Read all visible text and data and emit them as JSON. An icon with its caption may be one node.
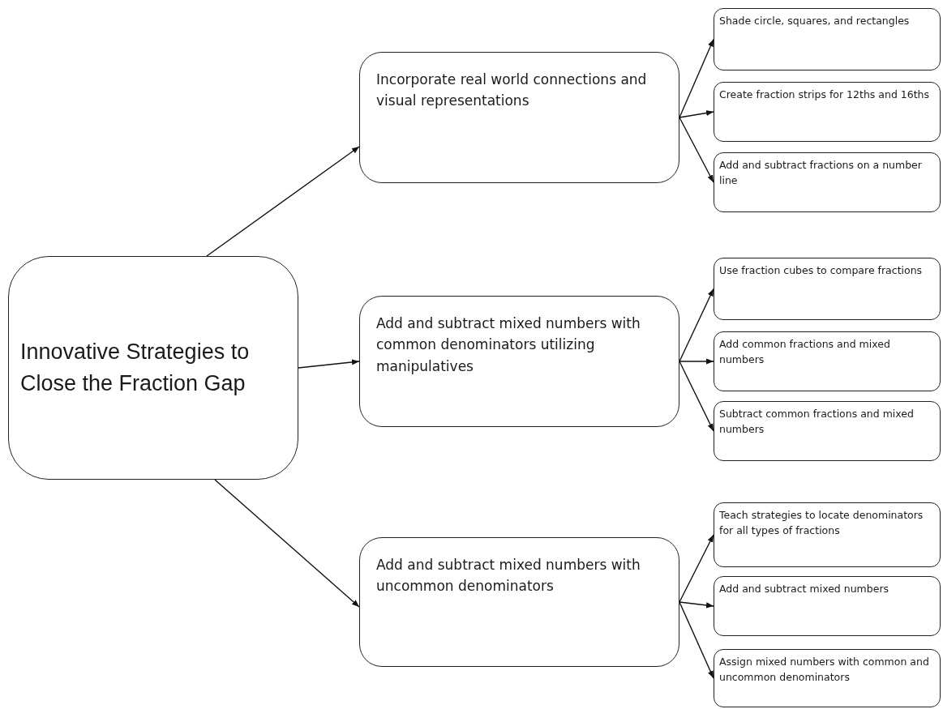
{
  "diagram": {
    "nodes": [
      {
        "text": [
          "Innovative Strategies to Close the Fraction Gap"
        ]
      },
      {
        "text": [
          "Incorporate real world connections and visual representations"
        ]
      },
      {
        "text": [
          "Add and subtract mixed numbers with common denominators utilizing manipulatives"
        ]
      },
      {
        "text": [
          "Add and subtract mixed numbers with uncommon denominators"
        ]
      },
      {
        "text": [
          "Shade circle, squares, and rectangles"
        ]
      },
      {
        "text": [
          "Create fraction strips for 12ths and 16ths"
        ]
      },
      {
        "text": [
          "Add and subtract fractions on a number line"
        ]
      },
      {
        "text": [
          "Use fraction cubes to compare fractions"
        ]
      },
      {
        "text": [
          "Add common fractions and mixed numbers"
        ]
      },
      {
        "text": [
          "Subtract common fractions and mixed numbers"
        ]
      },
      {
        "text": [
          "Teach strategies to locate denominators for all types of fractions"
        ]
      },
      {
        "text": [
          "Add and subtract mixed numbers"
        ]
      },
      {
        "text": [
          "Assign mixed numbers with common and uncommon denominators"
        ]
      }
    ],
    "edges": [
      {
        "from": 0,
        "to": 1,
        "arrow": "to"
      },
      {
        "from": 0,
        "to": 2,
        "arrow": "to"
      },
      {
        "from": 0,
        "to": 3,
        "arrow": "to"
      },
      {
        "from": 1,
        "to": 4,
        "arrow": "to"
      },
      {
        "from": 1,
        "to": 5,
        "arrow": "to"
      },
      {
        "from": 1,
        "to": 6,
        "arrow": "to"
      },
      {
        "from": 2,
        "to": 7,
        "arrow": "to"
      },
      {
        "from": 2,
        "to": 8,
        "arrow": "to"
      },
      {
        "from": 2,
        "to": 9,
        "arrow": "to"
      },
      {
        "from": 3,
        "to": 10,
        "arrow": "to"
      },
      {
        "from": 3,
        "to": 11,
        "arrow": "to"
      },
      {
        "from": 3,
        "to": 12,
        "arrow": "to"
      }
    ]
  }
}
